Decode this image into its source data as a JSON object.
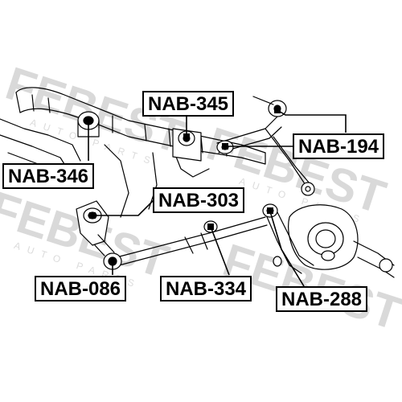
{
  "watermark": {
    "brand": "FEBEST",
    "subtitle": "AUTO PARTS"
  },
  "labels": {
    "nab345": "NAB-345",
    "nab194": "NAB-194",
    "nab346": "NAB-346",
    "nab303": "NAB-303",
    "nab086": "NAB-086",
    "nab334": "NAB-334",
    "nab288": "NAB-288"
  }
}
